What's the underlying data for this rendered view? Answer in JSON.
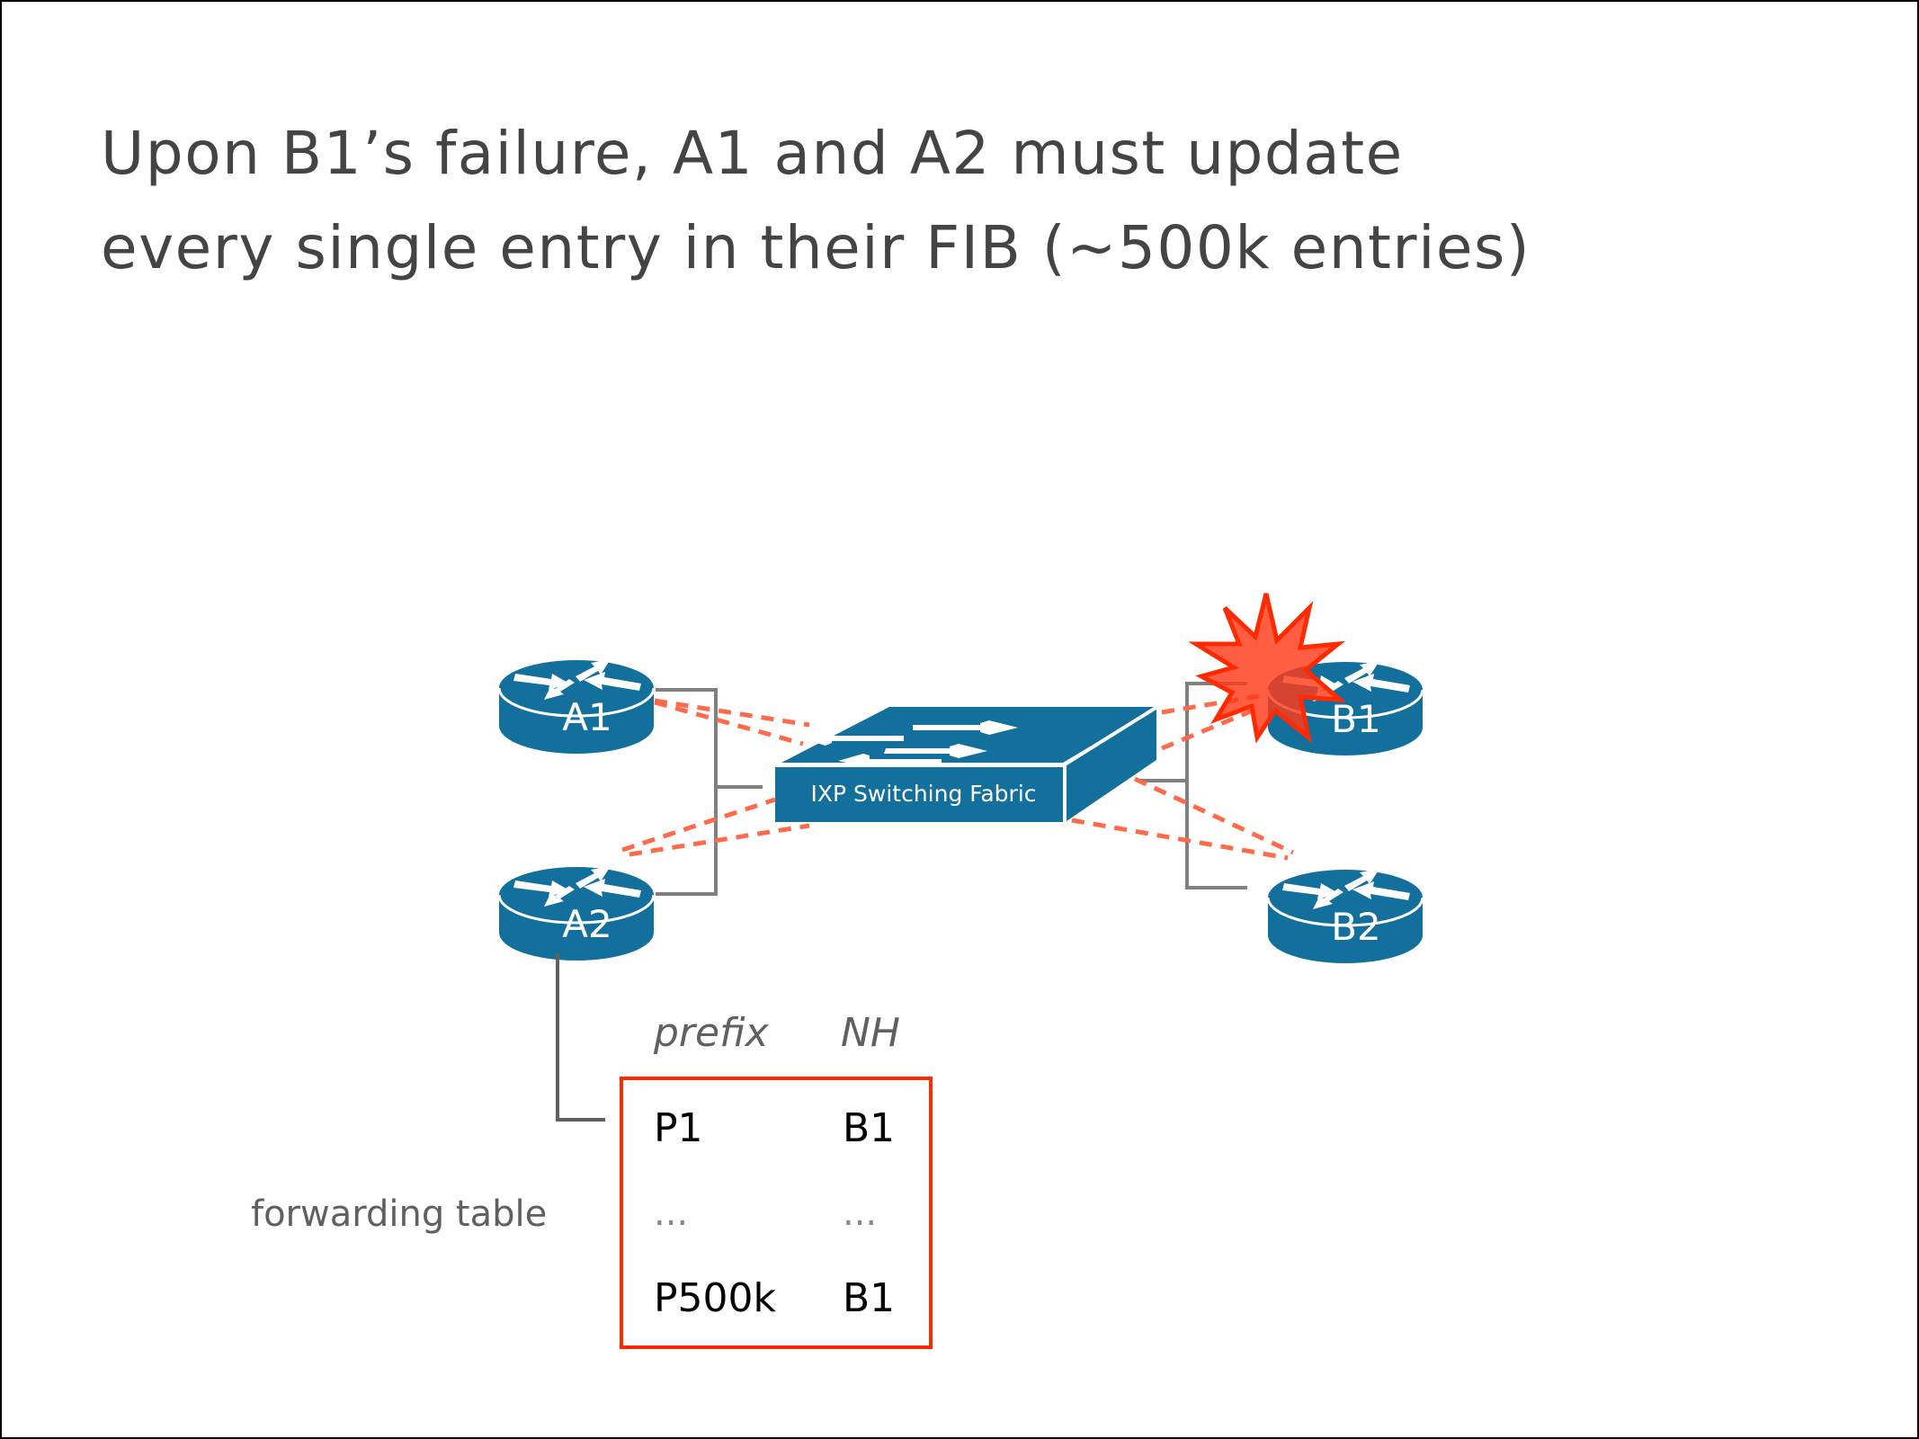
{
  "slide": {
    "title_lines": [
      "Upon B1’s failure, A1 and A2 must update",
      "every single entry in their FIB (~500k entries)"
    ]
  },
  "colors": {
    "router_blue": "#136F9B",
    "link_dashed": "#FF6A4A",
    "link_solid": "#808080",
    "failure_red": "#FF2A00",
    "title_text": "#444444"
  },
  "diagram": {
    "switch_label": "IXP Switching Fabric",
    "routers": [
      {
        "id": "A1",
        "label": "A1",
        "failed": false
      },
      {
        "id": "A2",
        "label": "A2",
        "failed": false
      },
      {
        "id": "B1",
        "label": "B1",
        "failed": true
      },
      {
        "id": "B2",
        "label": "B2",
        "failed": false
      }
    ],
    "failure_icon": "explosion-icon"
  },
  "forwarding_table": {
    "label": "forwarding table",
    "owner": "A2",
    "headers": [
      "prefix",
      "NH"
    ],
    "rows": [
      [
        "P1",
        "B1"
      ],
      [
        "...",
        "..."
      ],
      [
        "P500k",
        "B1"
      ]
    ]
  }
}
